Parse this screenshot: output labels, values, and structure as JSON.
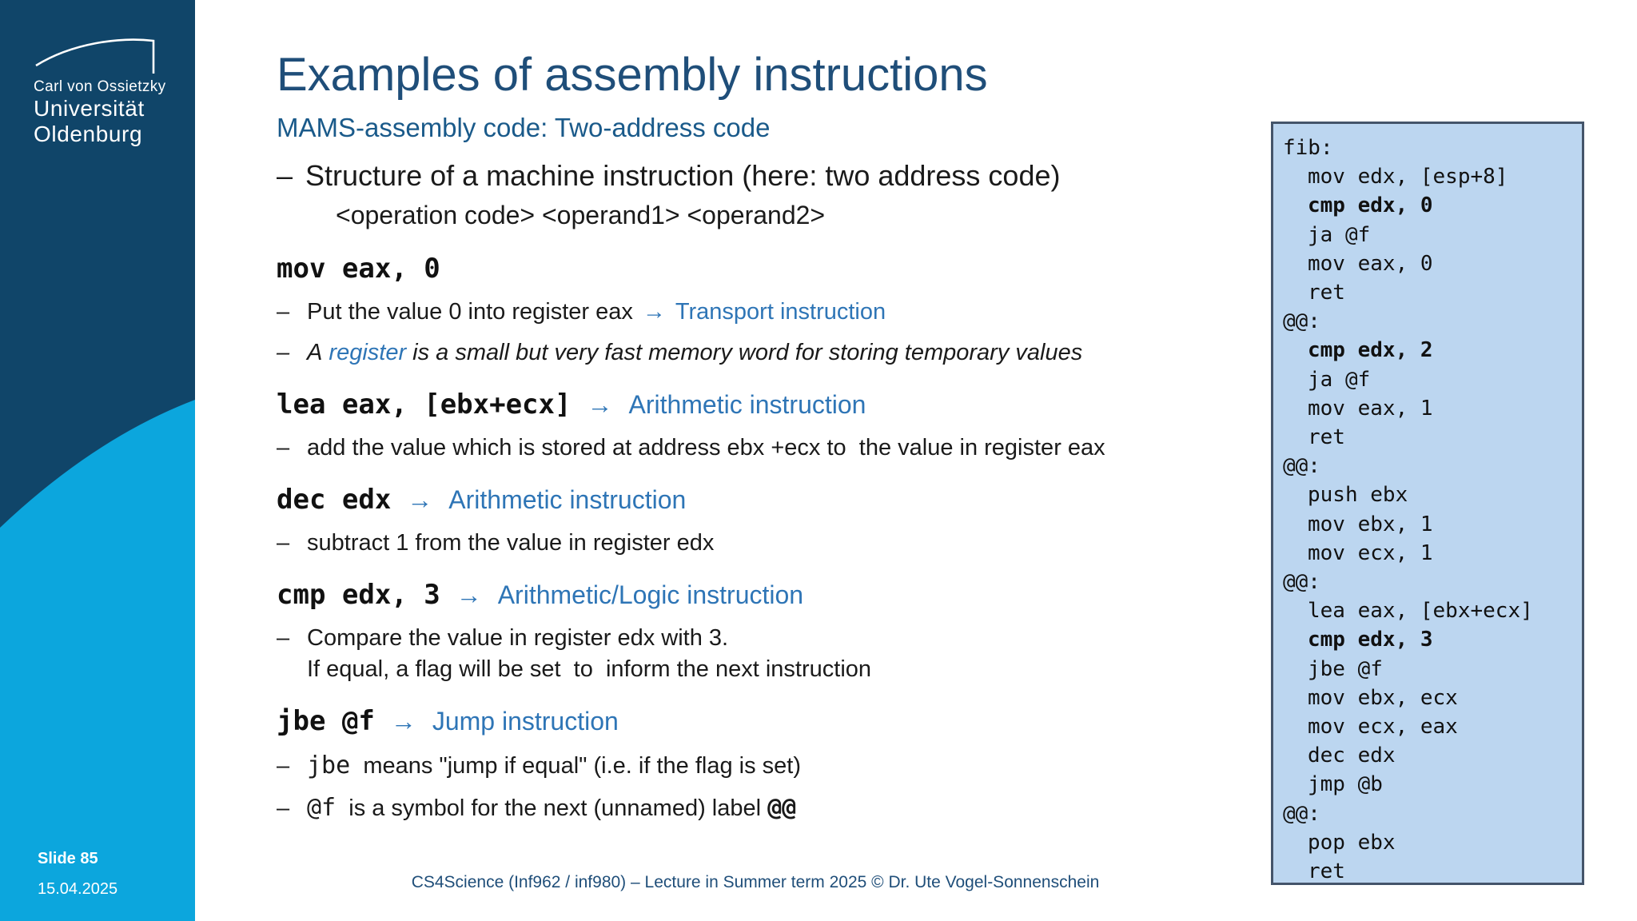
{
  "slide": {
    "slide_number": "Slide 85",
    "date": "15.04.2025",
    "footer": "CS4Science (Inf962 / inf980) – Lecture in Summer term 2025 © Dr. Ute Vogel-Sonnenschein"
  },
  "logo": {
    "line1": "Carl von Ossietzky",
    "line2": "Universität",
    "line3": "Oldenburg"
  },
  "colors": {
    "sidebar_dark": "#104569",
    "sidebar_light": "#0CA6DD",
    "title_blue": "#1F4E79",
    "link_blue": "#2E75B6",
    "code_bg": "#BCD6F0",
    "code_border": "#44546A"
  },
  "main": {
    "dash": "–",
    "arrow": "→",
    "title": "Examples of assembly instructions",
    "subtitle": "MAMS-assembly code: Two-address code",
    "structure_bullet": "Structure of a machine instruction (here: two address code)",
    "syntax": "<operation code> <operand1> <operand2>",
    "mov": {
      "code": "mov eax, 0",
      "sub1_text": "Put the value 0 into register eax",
      "sub1_category": "Transport instruction",
      "sub2_pre": "A",
      "sub2_link": "register",
      "sub2_rest": "is a small but very fast memory word for storing temporary values"
    },
    "lea": {
      "code": "lea eax, [ebx+ecx]",
      "category": "Arithmetic instruction",
      "sub1": "add the value which is stored at address ebx +ecx to  the value in register eax"
    },
    "dec": {
      "code": "dec edx",
      "category": "Arithmetic instruction",
      "sub1": "subtract 1 from the value in register edx"
    },
    "cmp": {
      "code": "cmp edx, 3",
      "category": "Arithmetic/Logic instruction",
      "sub1": "Compare the value in register edx with 3.",
      "sub2": "If equal, a flag will be set  to  inform the next instruction"
    },
    "jbe": {
      "code": "jbe @f",
      "category": "Jump instruction",
      "sub1_code": "jbe",
      "sub1_rest": "means \"jump if equal\" (i.e. if the flag is set)",
      "sub2_code": "@f",
      "sub2_rest": "is a symbol for the next (unnamed) label",
      "sub2_label": "@@"
    }
  },
  "code_panel": {
    "lines": [
      {
        "text": "fib:",
        "indent": 0,
        "bold": false
      },
      {
        "text": "mov edx, [esp+8]",
        "indent": 1,
        "bold": false
      },
      {
        "text": "cmp edx, 0",
        "indent": 1,
        "bold": true
      },
      {
        "text": "ja @f",
        "indent": 1,
        "bold": false
      },
      {
        "text": "mov eax, 0",
        "indent": 1,
        "bold": false
      },
      {
        "text": "ret",
        "indent": 1,
        "bold": false
      },
      {
        "text": "@@:",
        "indent": 0,
        "bold": false
      },
      {
        "text": "cmp edx, 2",
        "indent": 1,
        "bold": true
      },
      {
        "text": "ja @f",
        "indent": 1,
        "bold": false
      },
      {
        "text": "mov eax, 1",
        "indent": 1,
        "bold": false
      },
      {
        "text": "ret",
        "indent": 1,
        "bold": false
      },
      {
        "text": "@@:",
        "indent": 0,
        "bold": false
      },
      {
        "text": "push ebx",
        "indent": 1,
        "bold": false
      },
      {
        "text": "mov ebx, 1",
        "indent": 1,
        "bold": false
      },
      {
        "text": "mov ecx, 1",
        "indent": 1,
        "bold": false
      },
      {
        "text": "@@:",
        "indent": 0,
        "bold": false
      },
      {
        "text": "lea eax, [ebx+ecx]",
        "indent": 1,
        "bold": false
      },
      {
        "text": "cmp edx, 3",
        "indent": 1,
        "bold": true
      },
      {
        "text": "jbe @f",
        "indent": 1,
        "bold": false
      },
      {
        "text": "mov ebx, ecx",
        "indent": 1,
        "bold": false
      },
      {
        "text": "mov ecx, eax",
        "indent": 1,
        "bold": false
      },
      {
        "text": "dec edx",
        "indent": 1,
        "bold": false
      },
      {
        "text": "jmp @b",
        "indent": 1,
        "bold": false
      },
      {
        "text": "@@:",
        "indent": 0,
        "bold": false
      },
      {
        "text": "pop ebx",
        "indent": 1,
        "bold": false
      },
      {
        "text": "ret",
        "indent": 1,
        "bold": false
      }
    ]
  }
}
